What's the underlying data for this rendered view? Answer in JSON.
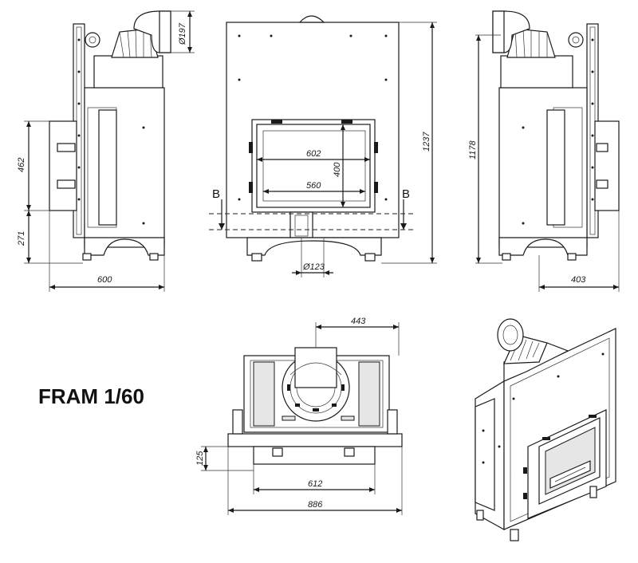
{
  "title": "FRAM 1/60",
  "section_marks": {
    "left": "B",
    "right": "B"
  },
  "dimensions": {
    "flue_diameter": "Ø197",
    "side_height_upper": "462",
    "side_height_lower": "271",
    "side_depth": "600",
    "glass_width": "602",
    "glass_height": "400",
    "inner_width": "560",
    "total_height_front": "1237",
    "air_inlet_diameter": "Ø123",
    "total_height_side": "1178",
    "side_depth_right": "403",
    "top_depth": "443",
    "top_front_depth": "125",
    "top_inner_width": "612",
    "top_total_width": "886"
  },
  "colors": {
    "line": "#1a1a1a",
    "fill_light": "#e6e6e6",
    "background": "#ffffff"
  }
}
